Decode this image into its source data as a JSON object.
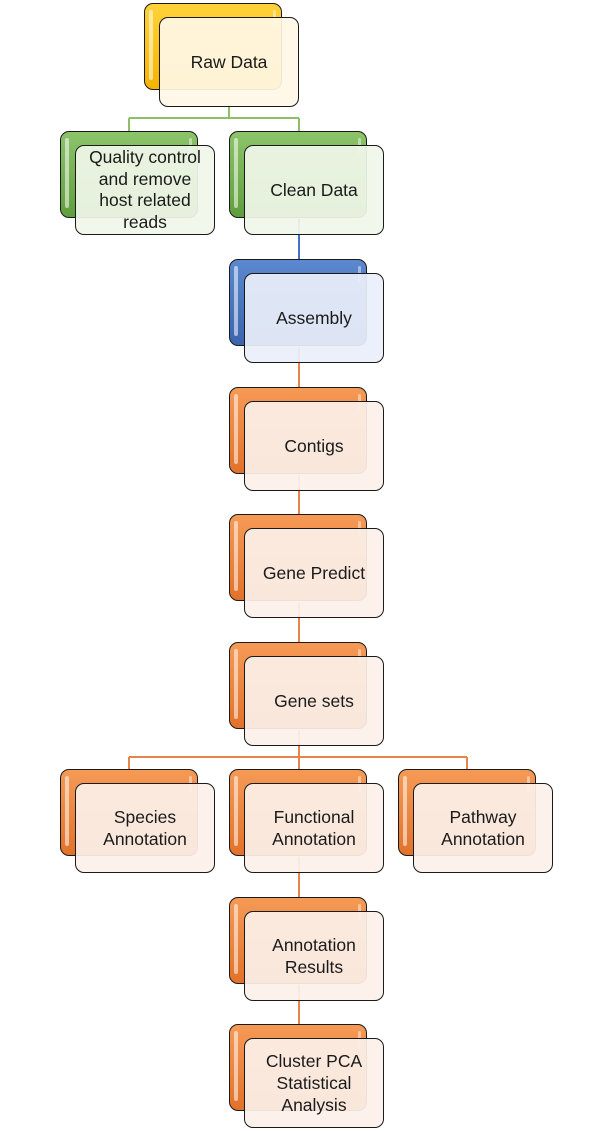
{
  "diagram": {
    "title": "Metagenomics analysis workflow",
    "colors": {
      "yellow": "#f5b400",
      "green": "#70ad47",
      "blue": "#4472c4",
      "orange": "#ed7d31",
      "connector_green": "#8dbf6a",
      "connector_blue": "#4472c4",
      "connector_orange": "#e8834a"
    },
    "nodes": {
      "raw_data": "Raw Data",
      "quality_control": "Quality control\nand remove\nhost related\nreads",
      "clean_data": "Clean Data",
      "assembly": "Assembly",
      "contigs": "Contigs",
      "gene_predict": "Gene Predict",
      "gene_sets": "Gene sets",
      "species_annotation": "Species\nAnnotation",
      "functional_annotation": "Functional\nAnnotation",
      "pathway_annotation": "Pathway\nAnnotation",
      "annotation_results": "Annotation\nResults",
      "cluster_pca": "Cluster PCA\nStatistical\nAnalysis"
    },
    "edges": [
      [
        "raw_data",
        "quality_control"
      ],
      [
        "raw_data",
        "clean_data"
      ],
      [
        "clean_data",
        "assembly"
      ],
      [
        "assembly",
        "contigs"
      ],
      [
        "contigs",
        "gene_predict"
      ],
      [
        "gene_predict",
        "gene_sets"
      ],
      [
        "gene_sets",
        "species_annotation"
      ],
      [
        "gene_sets",
        "functional_annotation"
      ],
      [
        "gene_sets",
        "pathway_annotation"
      ],
      [
        "functional_annotation",
        "annotation_results"
      ],
      [
        "annotation_results",
        "cluster_pca"
      ]
    ]
  }
}
